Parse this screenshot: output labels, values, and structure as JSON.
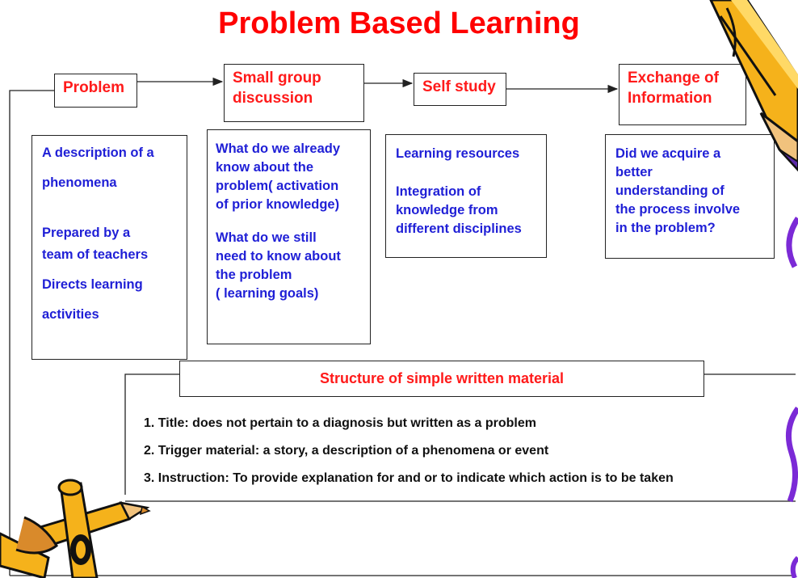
{
  "title": "Problem Based Learning",
  "steps": [
    {
      "label": "Problem"
    },
    {
      "label_line1": "Small group",
      "label_line2": "discussion"
    },
    {
      "label": "Self study"
    },
    {
      "label_line1": "Exchange of",
      "label_line2": "Information"
    }
  ],
  "details": {
    "problem": [
      "A description of a",
      "phenomena",
      "Prepared by a",
      "team of teachers",
      "Directs learning",
      "activities"
    ],
    "discussion": [
      "What do we already",
      "know about the",
      "problem( activation",
      "of prior knowledge)",
      "What do we still",
      "need to know about",
      "the problem",
      "( learning goals)"
    ],
    "self_study": [
      "Learning resources",
      "Integration of",
      "knowledge from",
      "different disciplines"
    ],
    "exchange": [
      "Did we acquire a",
      "better",
      "understanding of",
      "the process involve",
      "in the problem?"
    ]
  },
  "structure": {
    "title": "Structure of simple written material",
    "items": [
      "1. Title: does not pertain to a diagnosis but written as a problem",
      "2. Trigger material: a story, a description of a phenomena or event",
      "3.  Instruction: To provide explanation for and or to indicate which action is to be taken"
    ]
  },
  "colors": {
    "title": "#ff0000",
    "header": "#ff1a1a",
    "content": "#1f1fd6",
    "pencil": "#f5b21b",
    "accent": "#7b2ad6"
  },
  "icons": [
    "pencil-icon-top-right",
    "pencils-icon-bottom-left",
    "purple-scribble-icon"
  ]
}
